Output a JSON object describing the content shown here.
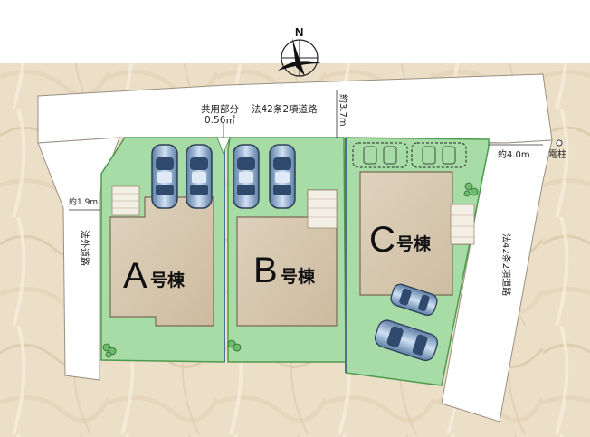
{
  "compass": {
    "label": "N"
  },
  "roads": {
    "north": "法42条2項道路",
    "north_width": "約3.7m",
    "east": "法42条2項道路",
    "east_width": "約4.0m",
    "west": "法外道路",
    "west_width": "約1.9m"
  },
  "shared_area": {
    "label": "共用部分",
    "area": "0.56㎡"
  },
  "utility_pole": {
    "label": "電柱"
  },
  "buildings": {
    "a": {
      "letter": "A",
      "suffix": "号棟"
    },
    "b": {
      "letter": "B",
      "suffix": "号棟"
    },
    "c": {
      "letter": "C",
      "suffix": "号棟"
    }
  },
  "colors": {
    "lot_green": "#9ed79e",
    "lot_border": "#4e9a4e",
    "building_fill": "#d6c8b2",
    "building_border": "#7a6a55",
    "road_fill": "#ffffff",
    "background_marble": "#e9dcc5"
  }
}
